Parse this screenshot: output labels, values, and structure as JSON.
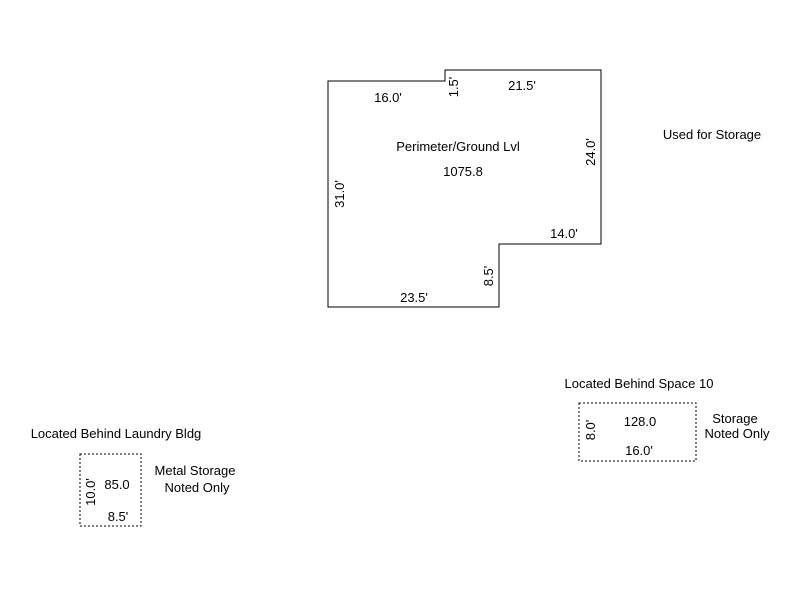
{
  "main_building": {
    "name": "Perimeter/Ground Lvl",
    "area": "1075.8",
    "note": "Used for Storage",
    "dimensions": {
      "top_left": "16.0'",
      "step_up": "1.5'",
      "top_right": "21.5'",
      "right_upper": "24.0'",
      "inner_horizontal": "14.0'",
      "inner_vertical": "8.5'",
      "bottom": "23.5'",
      "left": "31.0'"
    }
  },
  "storage_behind_space": {
    "location": "Located Behind Space 10",
    "area": "128.0",
    "width": "16.0'",
    "height": "8.0'",
    "note_line1": "Storage",
    "note_line2": "Noted Only"
  },
  "storage_behind_laundry": {
    "location": "Located Behind Laundry Bldg",
    "area": "85.0",
    "width": "8.5'",
    "height": "10.0'",
    "note_line1": "Metal Storage",
    "note_line2": "Noted Only"
  }
}
